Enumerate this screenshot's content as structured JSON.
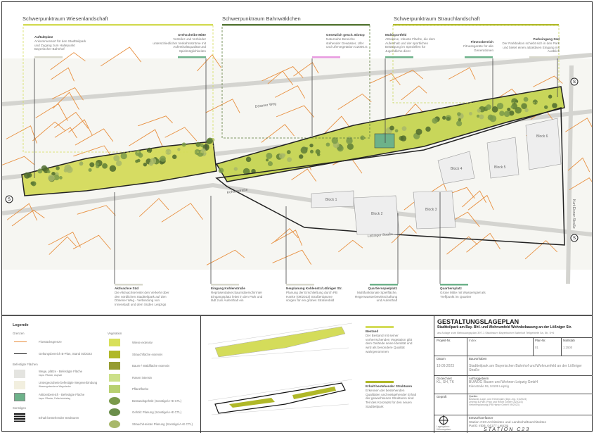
{
  "zones": [
    {
      "title": "Schwerpunktraum Wiesenlandschaft",
      "color": "#d4dc5a"
    },
    {
      "title": "Schwerpunktraum Bahnwäldchen",
      "color": "#5a7a3a"
    },
    {
      "title": "Schwerpunktraum Strauchlandschaft",
      "color": "#b0b82a"
    }
  ],
  "callouts_top": [
    {
      "title": "Auftaktplatz",
      "text": "Ankommensort für den Stadtteilpark und Zugang zum Haltepunkt Bayerischer Bahnhof"
    },
    {
      "title": "Drehscheibe Mitte",
      "text": "Verteiler und Verbinder unterschiedlicher Verkehrsströme mit Aufenthaltsqualität und Spielmöglichkeiten"
    },
    {
      "title": "Gesetzlich gesch. Biotop",
      "text": "Naturnahe Bereiche stehender Gewässer, Ufer und Ufervegetation G2006.G"
    },
    {
      "title": "Multisportfeld",
      "text": "Attraktive, robuste Fläche, die dem Aufenthalt und der sportlichen Betätigung im Speziellen für Jugendliche dient"
    },
    {
      "title": "Fitnessbereich",
      "text": "Fitnessgeräte für alle Generationen"
    },
    {
      "title": "Parkeingang Süd",
      "text": "Der Parkbalkon schiebt sich in den Park und bietet einen attraktiven Eingang mit Ausblick"
    }
  ],
  "callouts_bottom": [
    {
      "title": "Aktivachse Süd",
      "text": "Die Aktivachse leitet den Verkehr über den nördlichen Stadtteilpark auf den Dösener Weg - Verbindung von Innenstadt und dem Süden Leipzigs"
    },
    {
      "title": "Eingang Kohlenstraße",
      "text": "Repräsentativer,baumüberschirmter Eingangsplatz leitet in den Park und lädt zum Aufenthalt ein"
    },
    {
      "title": "Neuplanung Kohlenstr./Lößniger Str.",
      "text": "Planung der Erschließung durch PB Hanke (09/2023) Straßenbäume sorgen für ein grünes Straßenbild"
    },
    {
      "title": "Quartiersspielplatz",
      "text": "Multifunktionale Spielfläche, Regenwasserbewirtschaftung und Aufenthalt"
    },
    {
      "title": "Quartiersplatz",
      "text": "Grüne Mitte mit Wasserspiel als Treffpunkt im Quartier"
    }
  ],
  "blocks": [
    "Block 1",
    "Block 2",
    "Block 3",
    "Block 4",
    "Block 5",
    "Block 6"
  ],
  "streets": [
    "Kohlenstraße",
    "Dösener Weg",
    "Lößniger Straße",
    "Kurt-Eisner-Straße"
  ],
  "legend": {
    "title": "Legende",
    "groups": {
      "borders": "Grenzen",
      "paved": "Befestigte Flächen",
      "misc": "Sonstiges",
      "vegetation": "Vegetation"
    },
    "borders": [
      "Flurstücksgrenze",
      "Geltungsbereich B-Plan, Stand 03/2023"
    ],
    "paved": [
      {
        "label": "Wege, plätze - Befestigte Fläche",
        "sub": "bspw. Pflaster, Asphalt",
        "color": "#e4e4e0"
      },
      {
        "label": "Untergeordnete befestigte Wegeverbindung",
        "sub": "Wassergebundene Wegedecke",
        "color": "#f2efdf"
      },
      {
        "label": "Aktionsbereich - Befestigte Fläche",
        "sub": "bspw. Pflaster, Fallschutzbelag",
        "color": "#6db28a"
      }
    ],
    "misc": [
      "Erhalt bestehender Strukturen"
    ],
    "vegetation": [
      {
        "label": "Wiese extensiv",
        "color": "#d8e05a"
      },
      {
        "label": "Strauchfläche extensiv",
        "color": "#b0b828"
      },
      {
        "label": "Baum-/ Waldfläche extensiv",
        "color": "#969c32"
      },
      {
        "label": "Rasen intensiv",
        "color": "#cce08a"
      },
      {
        "label": "Pflanzfläche",
        "color": "#b8d070"
      },
      {
        "label": "Bestandsgehölz (Sonstige/A+E CTL)",
        "color": "#7a9a4a"
      },
      {
        "label": "Gehölz Planung (Sonstige/A+E CTL)",
        "color": "#6a8e4a"
      },
      {
        "label": "Strauch/Heister Planung (Sonstige/A+E CTL)",
        "color": "#a8b86a"
      }
    ]
  },
  "concept": [
    {
      "title": "Bestand",
      "text": "Der Bestand mit seiner vorherrschenden Vegetation gibt dem Gelände seine Identität und wird als besondere Qualität wahrgenommen",
      "color": "#d4dc5a"
    },
    {
      "title": "Erhalt bestehender Strukturen",
      "text": "Erkennen der bestehenden Qualitäten und weitgehender Erhalt der gewachsenen Strukturen sind Teil des Konzepts für den neuen Stadtteilpark",
      "color": "#b0b828"
    }
  ],
  "titleblock": {
    "title": "GESTALTUNGSLAGEPLAN",
    "subtitle": "Stadtteilpark am Bay. Bhf. und Wohnumfeld Wohnbebauung an der Lößniger Str.",
    "annex": "als Anlage zum Bebauungsplan 397.1 Stadtraum Bayerischer Bahnhof Teilgebiete 5a, 5b, 5+6",
    "project_label": "Projekt-Nr.",
    "index_label": "Index",
    "plan_label": "Plan-Nr.",
    "plan_value": "01",
    "scale_label": "Maßstab",
    "scale_value": "1:2500",
    "date_label": "Datum",
    "date_value": "19.09.2023",
    "project_name_label": "Bauvorhaben",
    "project_name": "Stadtteilpark am Bayerischen Bahnhof und Wohnumfeld an der Lößniger Straße",
    "drawn_label": "Gezeichnet",
    "drawn_value": "KL, SH, TK",
    "client_label": "Auftraggeberin",
    "client_name": "BUWOG Bauen und Wohnen Leipzig GmbH",
    "client_address": "Eilenstraße 55, 04109 Leipzig",
    "checked_label": "Geprüft",
    "sources_label": "Quellen",
    "sources": [
      "Bestands Lage- und Höhenplan (Dipl.-Ing.        01/2023)",
      "Umring B-Plan (Plan und Recht GmbH 03/2023)",
      "Verkehrsplanung (PB Hanke GmbH 09/2023)"
    ],
    "system_labels": [
      "Lagesystem:",
      "Höhensystem:"
    ],
    "author_label": "Entwurfsverfasser",
    "author_name": "Station C23 Architekten und Landschaftsarchitekten",
    "author_address": "PartG mbB, 04177 Leipzig",
    "logo": "STATION C23"
  },
  "markers": [
    "S",
    "S",
    "S"
  ]
}
